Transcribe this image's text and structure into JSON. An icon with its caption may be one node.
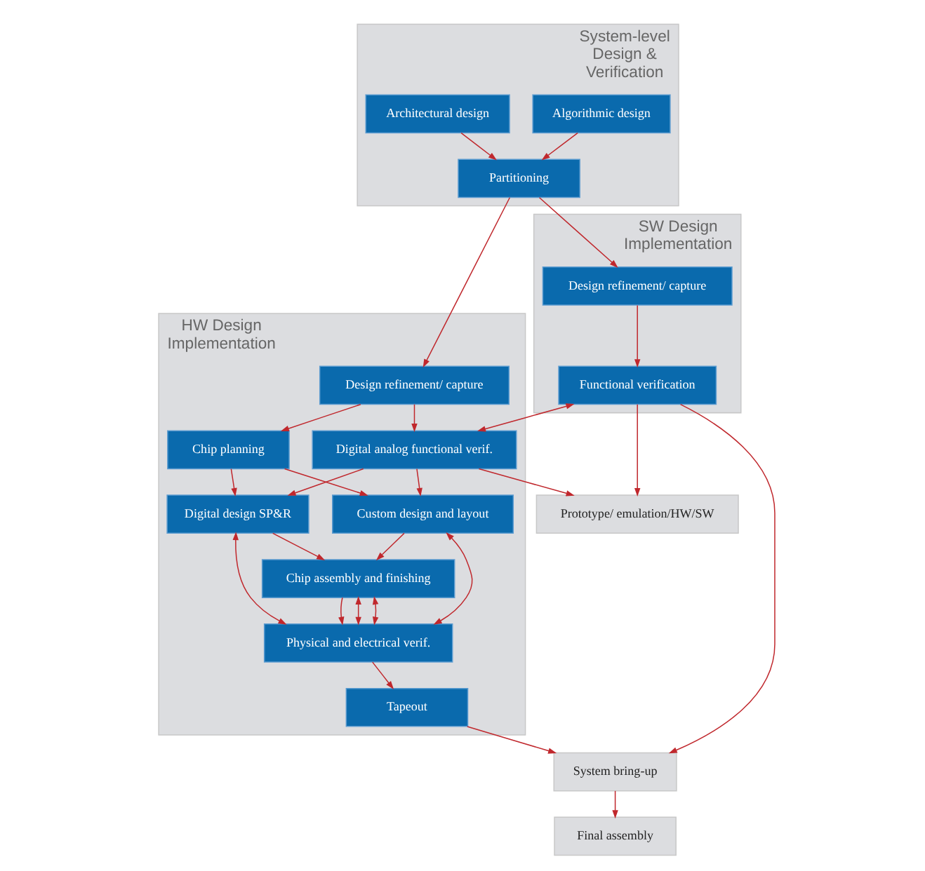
{
  "diagram": {
    "nodes": [
      {
        "text": [
          "System-level Design & Verification"
        ]
      },
      {
        "text": [
          "Algorithmic design"
        ],
        "in": 0
      },
      {
        "text": [
          "Architectural design"
        ],
        "in": 0
      },
      {
        "text": [
          "Partitioning"
        ],
        "in": 0
      },
      {
        "text": [
          "SW Design Implementation"
        ]
      },
      {
        "text": [
          "Design refinement/ capture"
        ],
        "in": 4
      },
      {
        "text": [
          "Functional verification"
        ],
        "in": 4
      },
      {
        "text": [
          "HW Design Implementation"
        ]
      },
      {
        "text": [
          "Design refinement/ capture"
        ],
        "in": 7
      },
      {
        "text": [
          "Digital analog functional verif."
        ],
        "in": 7
      },
      {
        "text": [
          "Chip planning"
        ],
        "in": 7
      },
      {
        "text": [
          "Digital design SP&R"
        ],
        "in": 7
      },
      {
        "text": [
          "Custom design and layout"
        ],
        "in": 7
      },
      {
        "text": [
          "Chip assembly and finishing"
        ],
        "in": 7
      },
      {
        "text": [
          "Physical and electrical verif."
        ],
        "in": 7
      },
      {
        "text": [
          "Tapeout"
        ],
        "in": 7
      },
      {
        "text": [
          "Prototype/ emulation/HW/SW"
        ]
      },
      {
        "text": [
          "System bring-up"
        ]
      },
      {
        "text": [
          "Final assembly"
        ]
      }
    ],
    "edges": [
      {
        "from": 1,
        "to": 3,
        "arrow": "to"
      },
      {
        "from": 2,
        "to": 3,
        "arrow": "to"
      },
      {
        "from": 3,
        "to": 5,
        "arrow": "to"
      },
      {
        "from": 3,
        "to": 8,
        "arrow": "to"
      },
      {
        "from": 5,
        "to": 6,
        "arrow": "to"
      },
      {
        "from": 6,
        "to": 9,
        "arrow": "both"
      },
      {
        "from": 8,
        "to": 9,
        "arrow": "to"
      },
      {
        "from": 8,
        "to": 10,
        "arrow": "to"
      },
      {
        "from": 9,
        "to": 11,
        "arrow": "to"
      },
      {
        "from": 9,
        "to": 12,
        "arrow": "to"
      },
      {
        "from": 10,
        "to": 11,
        "arrow": "to"
      },
      {
        "from": 10,
        "to": 12,
        "arrow": "to"
      },
      {
        "from": 11,
        "to": 13,
        "arrow": "to"
      },
      {
        "from": 12,
        "to": 13,
        "arrow": "to"
      },
      {
        "from": 13,
        "to": 14,
        "arrow": "to"
      },
      {
        "from": 14,
        "to": 15,
        "arrow": "to"
      },
      {
        "from": 11,
        "to": 14,
        "arrow": "both"
      },
      {
        "from": 13,
        "to": 14,
        "arrow": "both"
      },
      {
        "from": 12,
        "to": 14,
        "arrow": "both"
      },
      {
        "from": 13,
        "to": 14,
        "arrow": "both"
      },
      {
        "from": 6,
        "to": 16,
        "arrow": "to"
      },
      {
        "from": 9,
        "to": 16,
        "arrow": "to"
      },
      {
        "from": 6,
        "to": 17,
        "arrow": "to"
      },
      {
        "from": 15,
        "to": 17,
        "arrow": "to"
      },
      {
        "from": 17,
        "to": 18,
        "arrow": "to"
      }
    ]
  }
}
